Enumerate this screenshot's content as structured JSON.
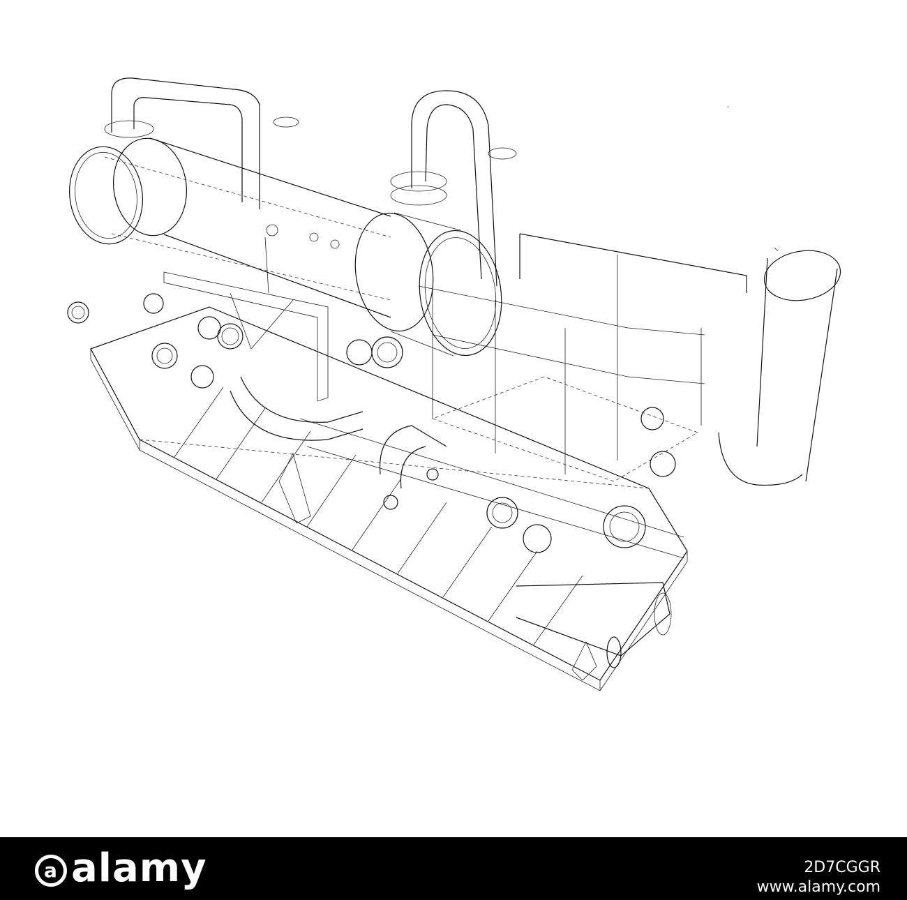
{
  "image": {
    "subject": "Wireframe drawing of an industrial heat exchanger skid"
  },
  "footer": {
    "logo_text": "alamy",
    "image_id": "2D7CGGR",
    "url": "www.alamy.com"
  },
  "icons": {
    "logo": "alamy-logo-icon"
  },
  "colors": {
    "line": "#111111",
    "background": "#ffffff",
    "banner": "#000000",
    "banner_text": "#ffffff"
  }
}
